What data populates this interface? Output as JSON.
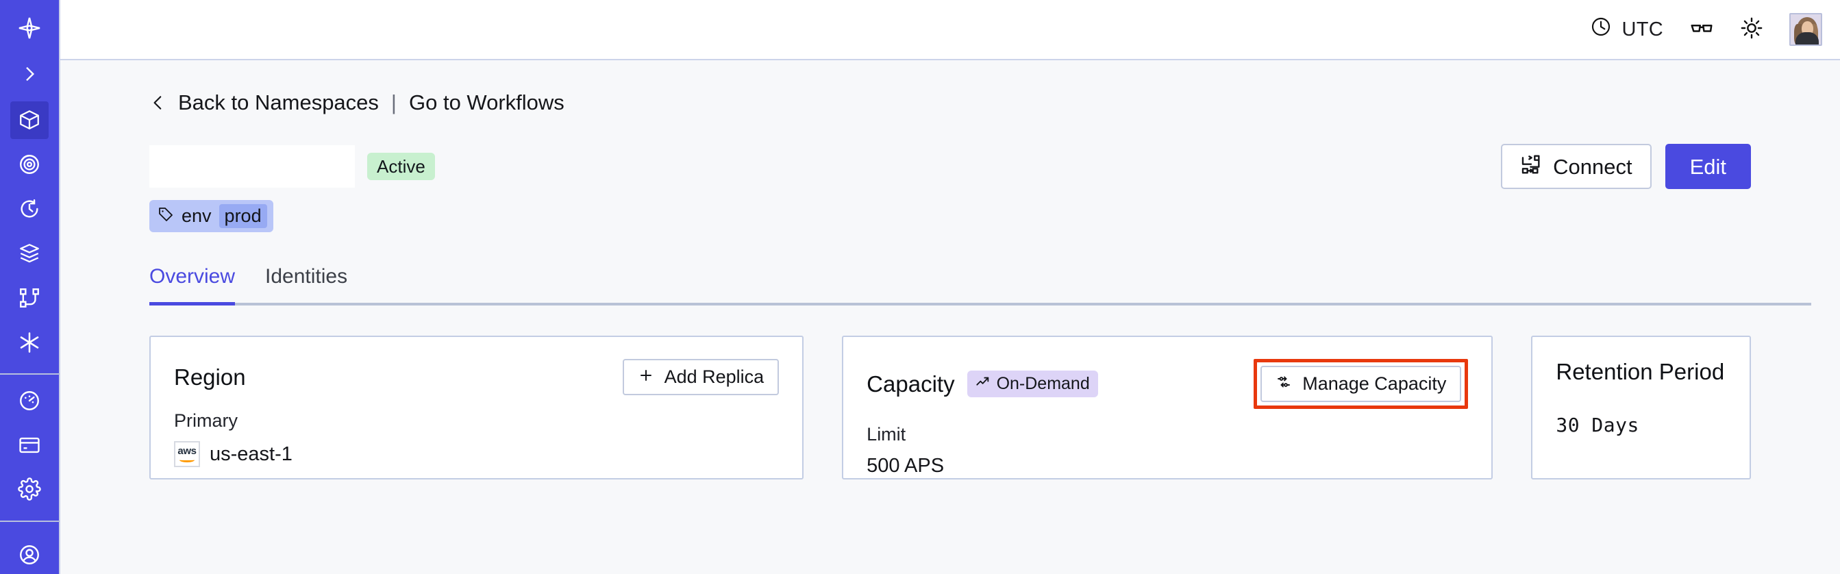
{
  "theme": {
    "sidebar_bg": "#4a4ae0",
    "accent": "#4a4ae0",
    "page_bg": "#f7f8fa",
    "card_border": "#c3cde4",
    "highlight": "#e8380d",
    "active_badge_bg": "#c8f0cf",
    "tag_bg": "#b9c6f8",
    "ondemand_badge_bg": "#ddd4f7"
  },
  "sidebar": {
    "items": [
      {
        "icon": "temporal-logo-icon",
        "label": "Temporal",
        "active": false
      },
      {
        "icon": "chevron-right-icon",
        "label": "Expand Navigation",
        "active": false
      },
      {
        "icon": "cube-icon",
        "label": "Namespaces",
        "active": true
      },
      {
        "icon": "eye-spiral-icon",
        "label": "Observability",
        "active": false
      },
      {
        "icon": "history-clock-icon",
        "label": "Schedules",
        "active": false
      },
      {
        "icon": "layers-icon",
        "label": "Deployments",
        "active": false
      },
      {
        "icon": "workflow-graph-icon",
        "label": "Workflows",
        "active": false
      },
      {
        "icon": "asterisk-icon",
        "label": "Integrations",
        "active": false
      },
      {
        "icon": "gauge-icon",
        "label": "Usage",
        "active": false
      },
      {
        "icon": "credit-card-icon",
        "label": "Billing",
        "active": false
      },
      {
        "icon": "gear-icon",
        "label": "Settings",
        "active": false
      },
      {
        "icon": "account-avatar-icon",
        "label": "Account",
        "active": false
      }
    ]
  },
  "topbar": {
    "timezone_label": "UTC",
    "timezone_icon": "clock-icon",
    "glasses_icon": "glasses-icon",
    "theme_icon": "sun-icon",
    "avatar_name": "user-avatar"
  },
  "breadcrumb": {
    "back_icon": "chevron-left-icon",
    "back_label": "Back to Namespaces",
    "separator": "|",
    "forward_label": "Go to Workflows"
  },
  "header": {
    "namespace_title": "",
    "status_badge": "Active",
    "tag": {
      "icon": "tag-icon",
      "key": "env",
      "value": "prod"
    },
    "connect_label": "Connect",
    "connect_icon": "connect-flow-icon",
    "edit_label": "Edit"
  },
  "tabs": [
    {
      "label": "Overview",
      "selected": true
    },
    {
      "label": "Identities",
      "selected": false
    }
  ],
  "cards": {
    "region": {
      "title": "Region",
      "action_label": "Add Replica",
      "action_icon": "plus-icon",
      "sub_label": "Primary",
      "provider_icon": "aws-logo-icon",
      "provider_text": "aws",
      "value": "us-east-1"
    },
    "capacity": {
      "title": "Capacity",
      "badge_label": "On-Demand",
      "badge_icon": "trend-up-arrow-icon",
      "action_label": "Manage Capacity",
      "action_icon": "sliders-icon",
      "action_highlighted": true,
      "sub_label": "Limit",
      "value": "500 APS"
    },
    "retention": {
      "title": "Retention Period",
      "value": "30 Days"
    }
  }
}
